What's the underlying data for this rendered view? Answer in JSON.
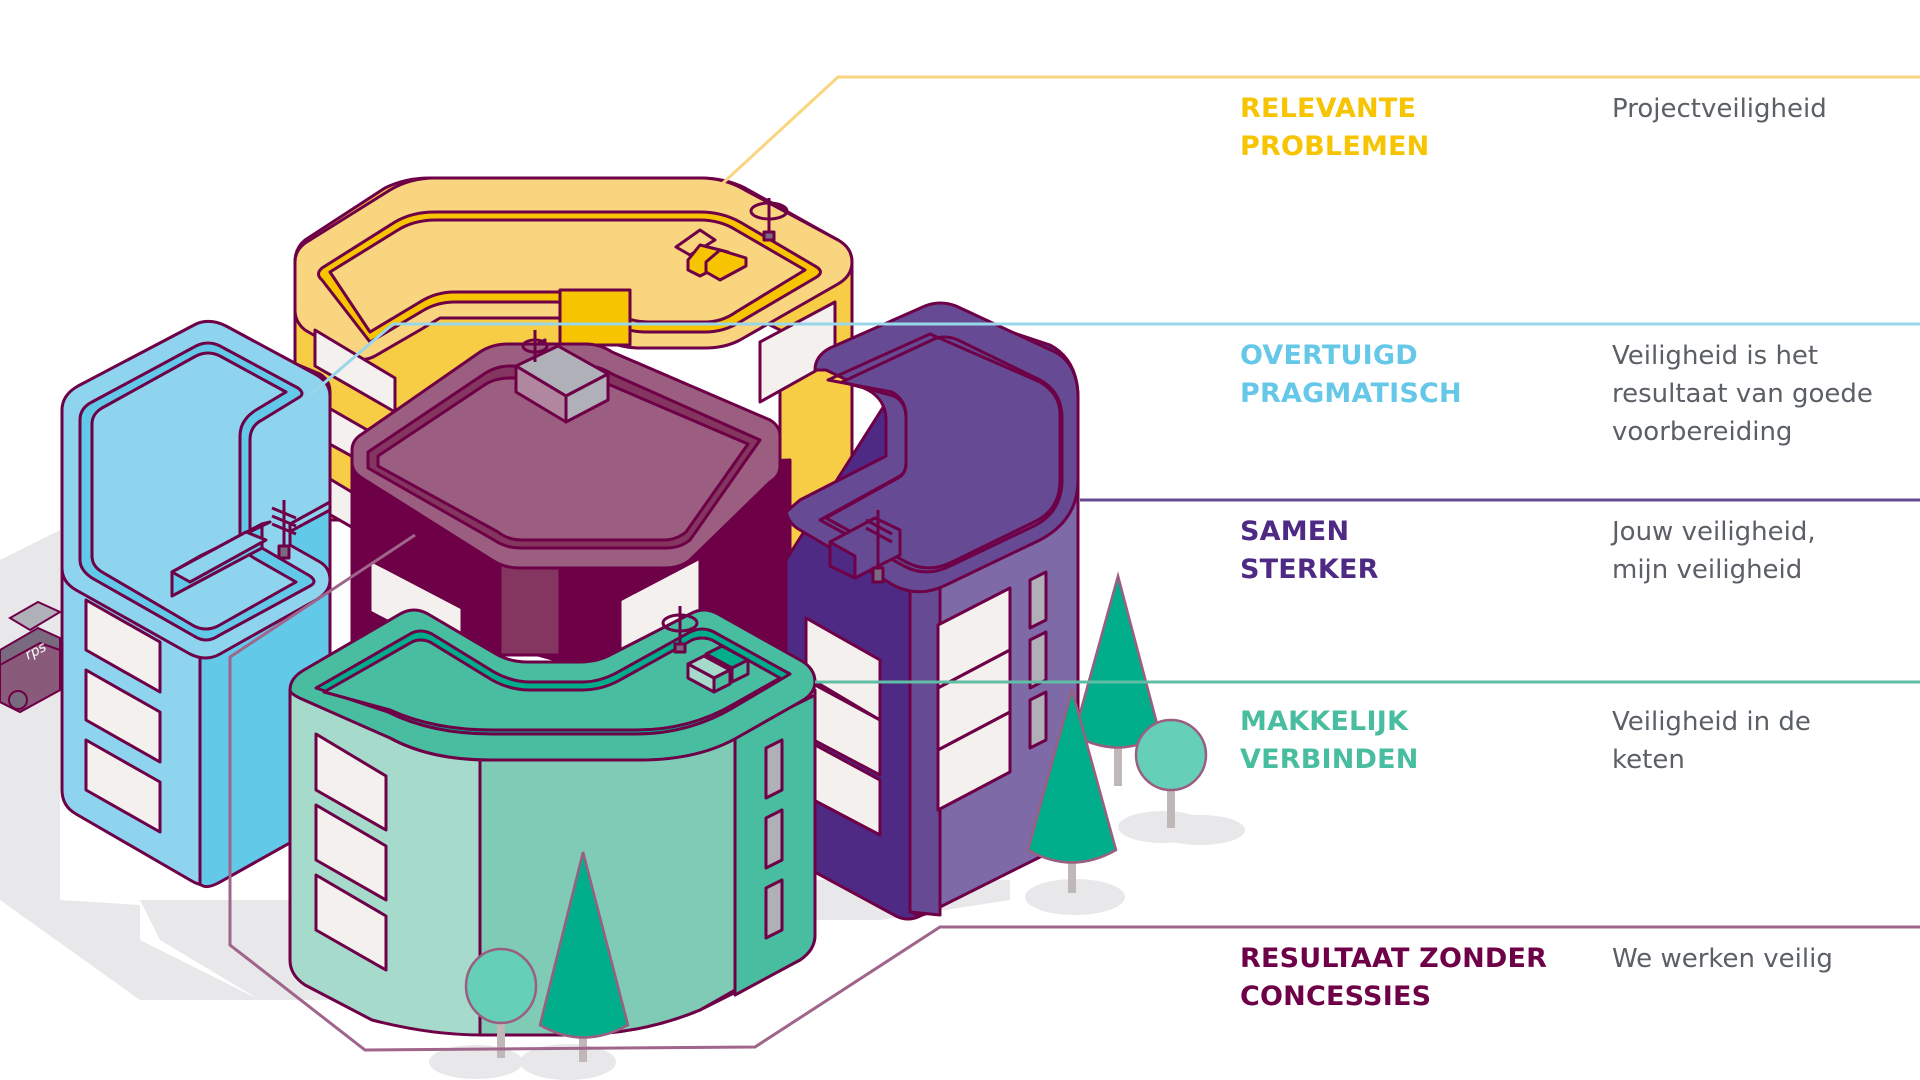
{
  "colors": {
    "yellow": "#f6c400",
    "blue": "#66c8e8",
    "purple": "#4e2a84",
    "green": "#48bd9f",
    "maroon": "#6e0047",
    "text_gray": "#5b5f66"
  },
  "illustration": {
    "truck_logo": "rps"
  },
  "items": [
    {
      "heading_lines": [
        "RELEVANTE",
        "PROBLEMEN"
      ],
      "description_lines": [
        "Projectveiligheid"
      ],
      "color": "#f6c400",
      "building": "yellow"
    },
    {
      "heading_lines": [
        "OVERTUIGD",
        "PRAGMATISCH"
      ],
      "description_lines": [
        "Veiligheid is het",
        "resultaat van goede",
        "voorbereiding"
      ],
      "color": "#66c8e8",
      "building": "blue"
    },
    {
      "heading_lines": [
        "SAMEN",
        "STERKER"
      ],
      "description_lines": [
        "Jouw veiligheid,",
        "mijn veiligheid"
      ],
      "color": "#4e2a84",
      "building": "purple"
    },
    {
      "heading_lines": [
        "MAKKELIJK",
        "VERBINDEN"
      ],
      "description_lines": [
        "Veiligheid in de",
        "keten"
      ],
      "color": "#48bd9f",
      "building": "green"
    },
    {
      "heading_lines": [
        "RESULTAAT ZONDER",
        "CONCESSIES"
      ],
      "description_lines": [
        "We werken veilig"
      ],
      "color": "#6e0047",
      "building": "maroon"
    }
  ]
}
